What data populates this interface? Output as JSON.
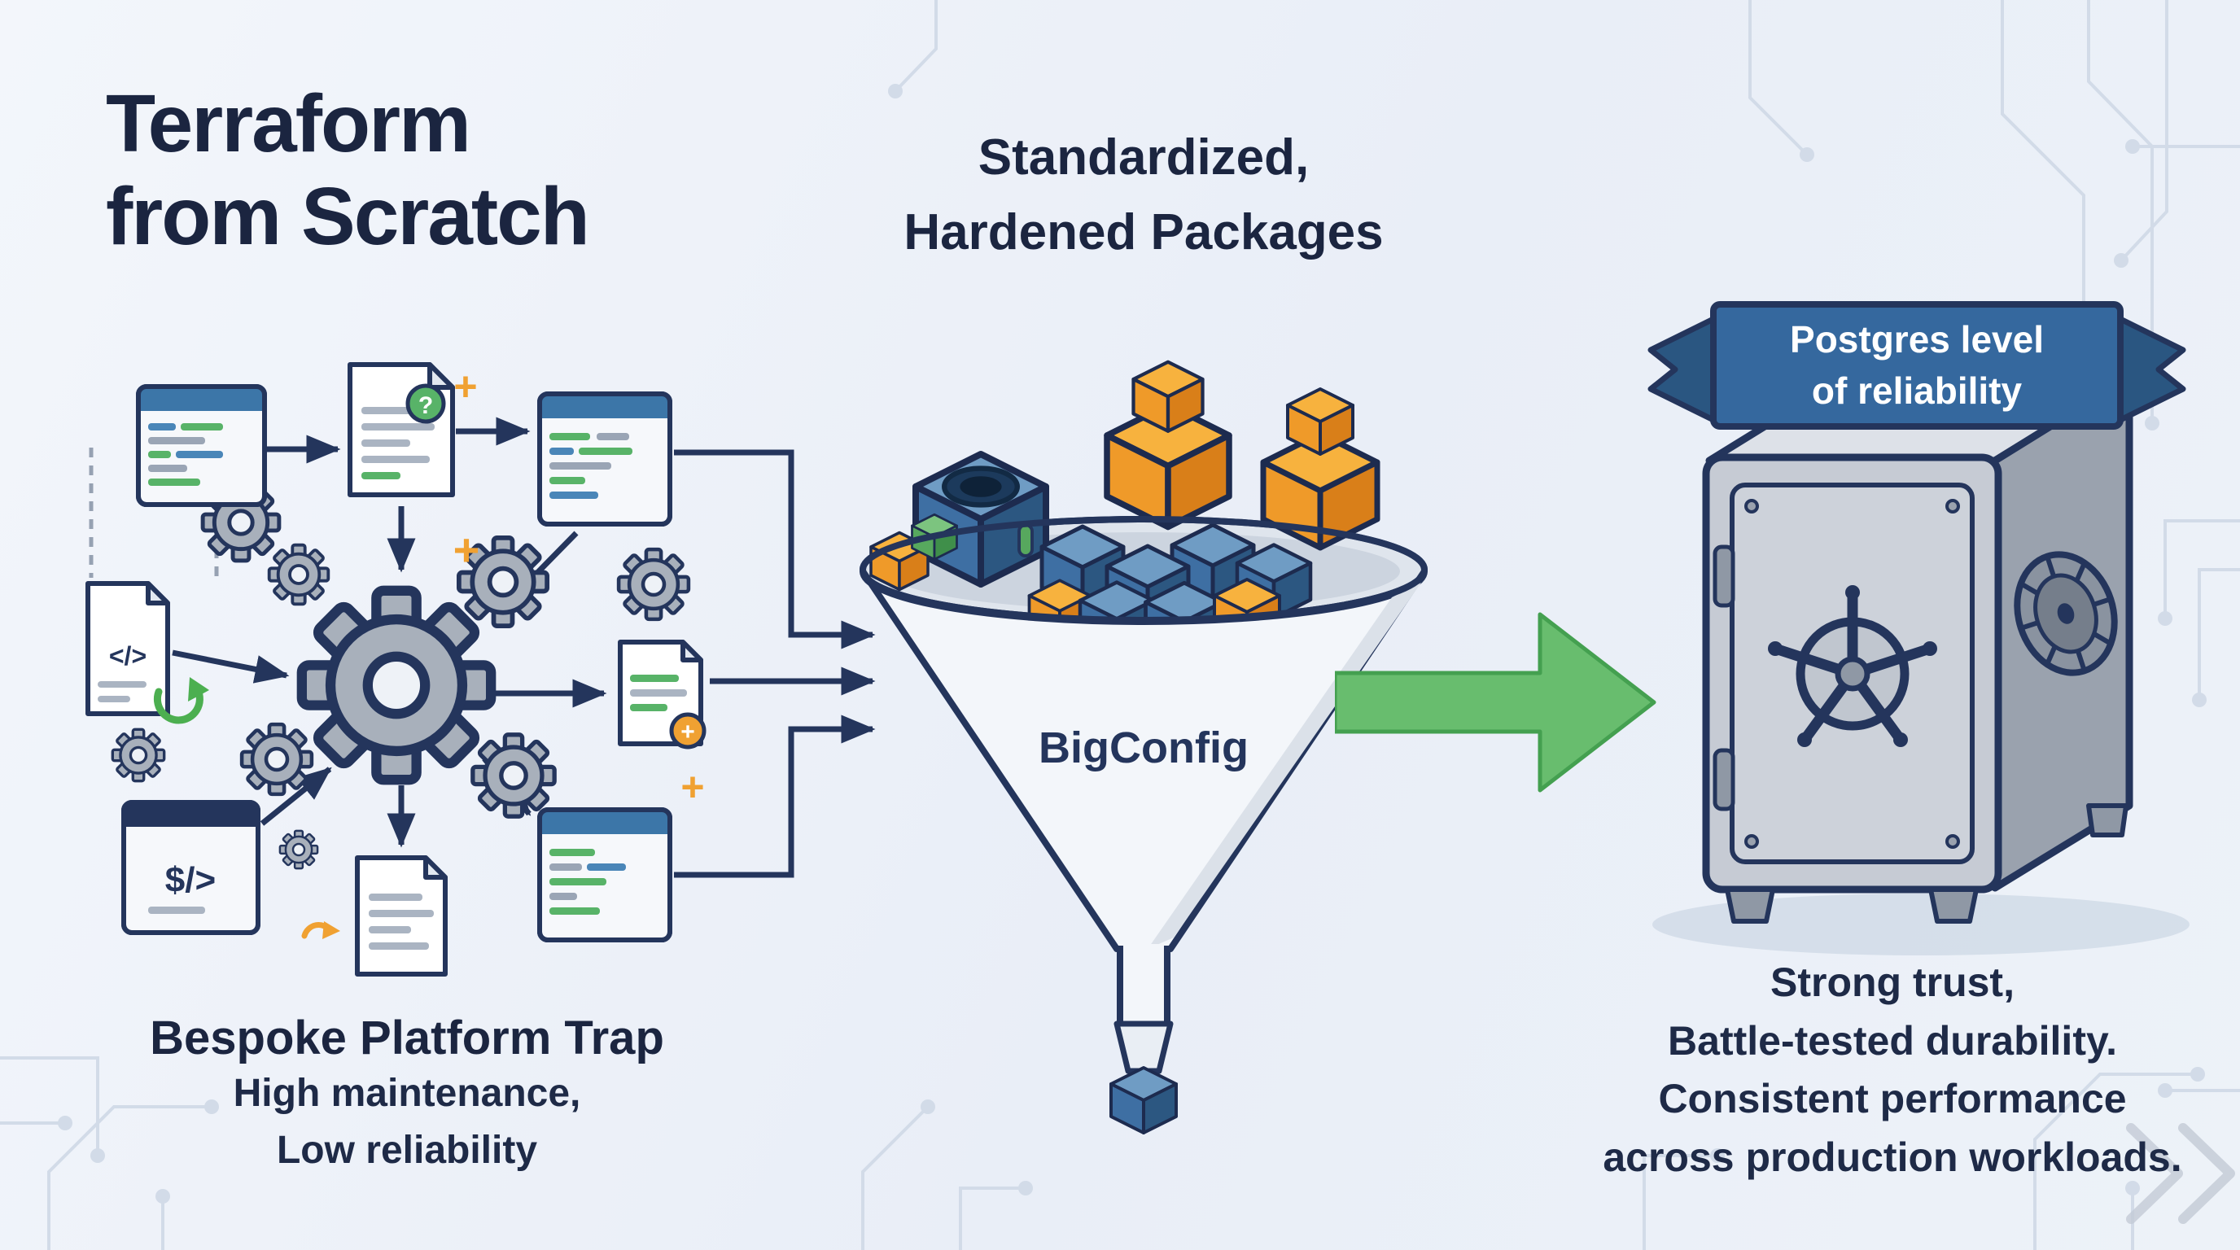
{
  "left_panel": {
    "title": {
      "line1": "Terraform",
      "line2": "from Scratch"
    },
    "caption": {
      "title": "Bespoke Platform Trap",
      "line1": "High maintenance,",
      "line2": "Low reliability"
    }
  },
  "center_panel": {
    "heading": {
      "line1": "Standardized,",
      "line2": "Hardened Packages"
    },
    "funnel_label": "BigConfig"
  },
  "right_panel": {
    "banner": {
      "line1": "Postgres level",
      "line2": "of reliability"
    },
    "caption": {
      "line1": "Strong trust,",
      "line2": "Battle-tested durability.",
      "line3": "Consistent performance",
      "line4": "across production workloads."
    }
  },
  "glyphs": {
    "plus": "+",
    "question": "?",
    "code_tag": "</>",
    "terminal_tag": "$/>"
  },
  "icons": [
    "gear-icon",
    "code-window-icon",
    "document-icon",
    "refresh-icon",
    "funnel-icon",
    "cube-blocks-icon",
    "arrow-right-icon",
    "safe-icon",
    "ribbon-banner-icon",
    "circuit-pattern"
  ],
  "colors": {
    "navy": "#1e2a47",
    "banner_blue": "#35689e",
    "arrow_green": "#68bd6e",
    "block_orange": "#f0a132",
    "block_blue": "#3e6fa3",
    "background": "#edf2f8"
  }
}
